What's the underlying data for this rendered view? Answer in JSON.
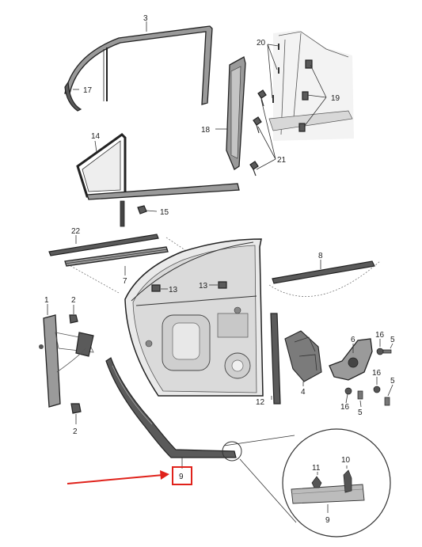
{
  "diagram": {
    "callouts": [
      {
        "id": "c3",
        "text": "3"
      },
      {
        "id": "c17",
        "text": "17"
      },
      {
        "id": "c20",
        "text": "20"
      },
      {
        "id": "c19",
        "text": "19"
      },
      {
        "id": "c18",
        "text": "18"
      },
      {
        "id": "c21",
        "text": "21"
      },
      {
        "id": "c14",
        "text": "14"
      },
      {
        "id": "c15",
        "text": "15"
      },
      {
        "id": "c22",
        "text": "22"
      },
      {
        "id": "c7",
        "text": "7"
      },
      {
        "id": "c8",
        "text": "8"
      },
      {
        "id": "c13a",
        "text": "13"
      },
      {
        "id": "c13b",
        "text": "13"
      },
      {
        "id": "c1",
        "text": "1"
      },
      {
        "id": "c2a",
        "text": "2"
      },
      {
        "id": "c2b",
        "text": "2"
      },
      {
        "id": "c6",
        "text": "6"
      },
      {
        "id": "c16a",
        "text": "16"
      },
      {
        "id": "c5a",
        "text": "5"
      },
      {
        "id": "c16b",
        "text": "16"
      },
      {
        "id": "c5b",
        "text": "5"
      },
      {
        "id": "c16c",
        "text": "16"
      },
      {
        "id": "c5c",
        "text": "5"
      },
      {
        "id": "c4",
        "text": "4"
      },
      {
        "id": "c12",
        "text": "12"
      },
      {
        "id": "c9",
        "text": "9"
      },
      {
        "id": "c11",
        "text": "11"
      },
      {
        "id": "c10",
        "text": "10"
      },
      {
        "id": "c9d",
        "text": "9"
      }
    ],
    "highlight": {
      "callout": "9",
      "color": "#e0221b"
    },
    "colors": {
      "line": "#222222",
      "part_fill": "#9a9a9a",
      "detail_fill": "#bcbcbc"
    }
  }
}
